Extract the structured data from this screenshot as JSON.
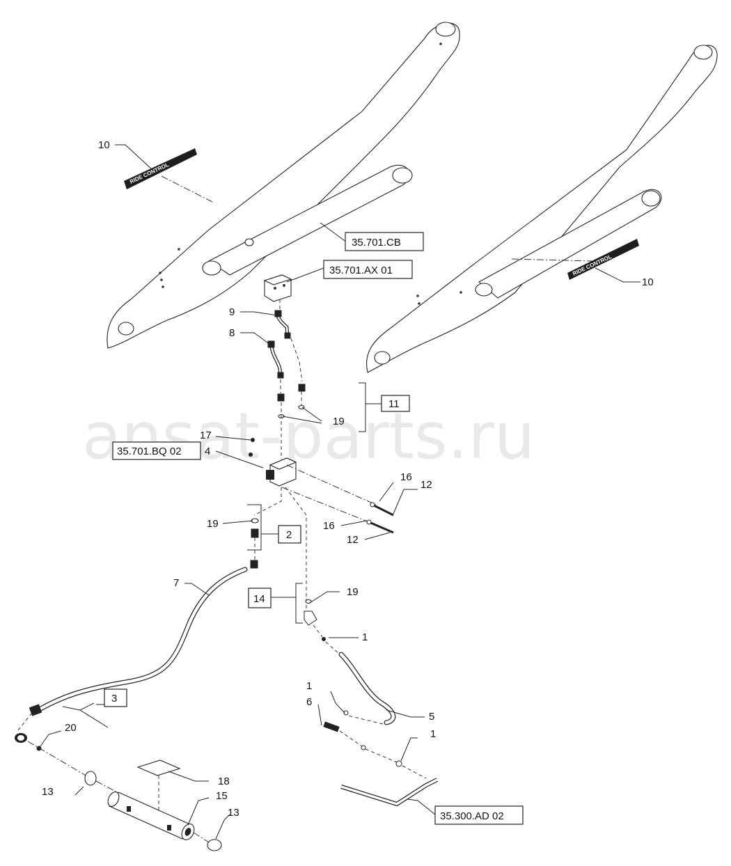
{
  "watermark": "ansat-parts.ru",
  "callouts": {
    "c10a": "10",
    "c10b": "10",
    "c9": "9",
    "c8": "8",
    "c11": "11",
    "c19a": "19",
    "c17": "17",
    "c4": "4",
    "c16a": "16",
    "c12a": "12",
    "c16b": "16",
    "c12b": "12",
    "c19b": "19",
    "c2": "2",
    "c7": "7",
    "c14": "14",
    "c19c": "19",
    "c1a": "1",
    "c3": "3",
    "c20": "20",
    "c1b": "1",
    "c6": "6",
    "c5": "5",
    "c1c": "1",
    "c18": "18",
    "c13a": "13",
    "c15": "15",
    "c13b": "13"
  },
  "references": {
    "r_cb": "35.701.CB",
    "r_ax": "35.701.AX 01",
    "r_bq": "35.701.BQ 02",
    "r_ad": "35.300.AD 02"
  },
  "decals": {
    "left": "RIDE CONTROL",
    "right": "RIDE CONTROL"
  }
}
